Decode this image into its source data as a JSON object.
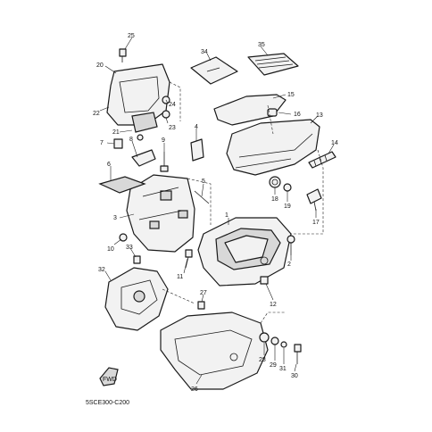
{
  "diagram": {
    "drawing_code": "5SCE300-C200",
    "fwd_label": "FWD",
    "callouts": [
      "1",
      "2",
      "3",
      "4",
      "5",
      "6",
      "7",
      "8",
      "9",
      "10",
      "11",
      "12",
      "13",
      "14",
      "15",
      "16",
      "17",
      "18",
      "19",
      "20",
      "21",
      "22",
      "23",
      "24",
      "25",
      "26",
      "27",
      "28",
      "29",
      "30",
      "31",
      "32",
      "33",
      "34",
      "35"
    ]
  }
}
